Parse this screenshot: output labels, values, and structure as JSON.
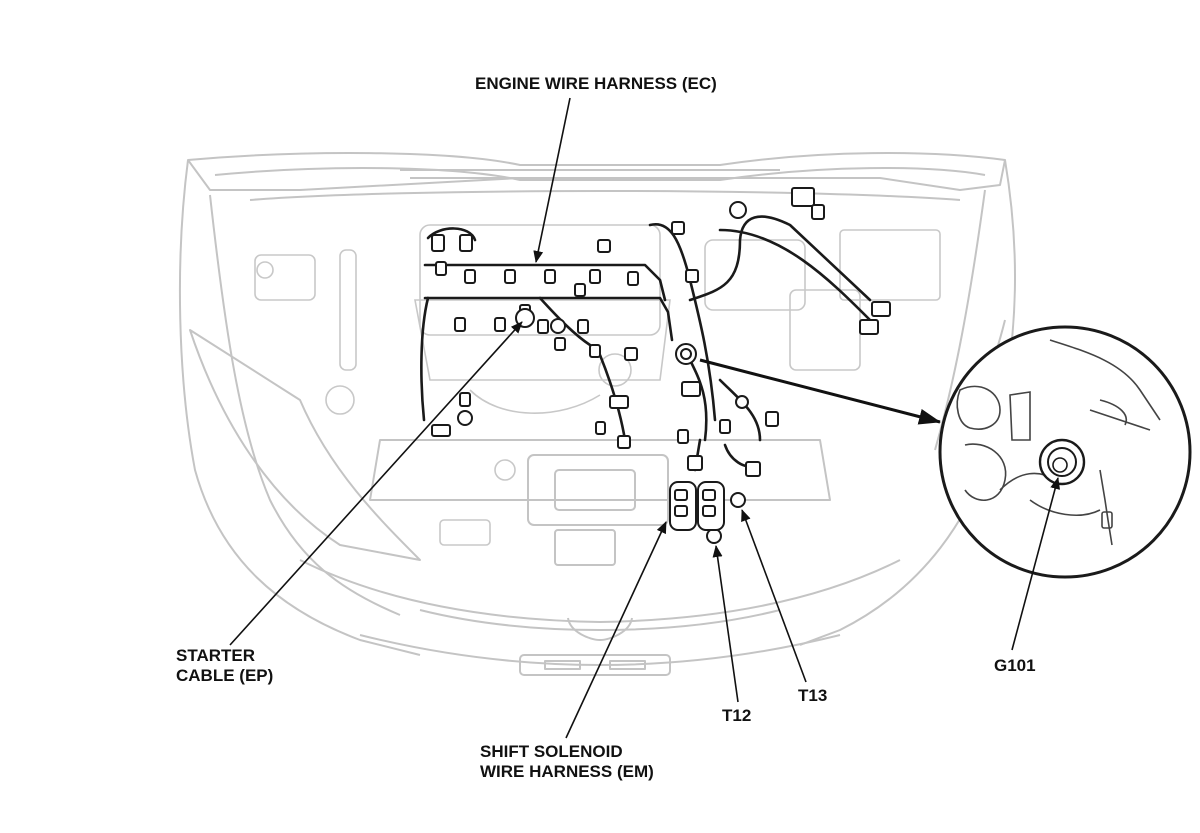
{
  "colors": {
    "background": "#ffffff",
    "ghost_line": "#c4c4c4",
    "harness": "#1a1a1a",
    "leader": "#111111"
  },
  "callouts": {
    "engine_wire_harness": "ENGINE WIRE HARNESS (EC)",
    "starter_cable": {
      "line1": "STARTER",
      "line2": "CABLE (EP)"
    },
    "shift_solenoid": {
      "line1": "SHIFT SOLENOID",
      "line2": "WIRE HARNESS (EM)"
    },
    "t12": "T12",
    "t13": "T13",
    "g101": "G101"
  }
}
